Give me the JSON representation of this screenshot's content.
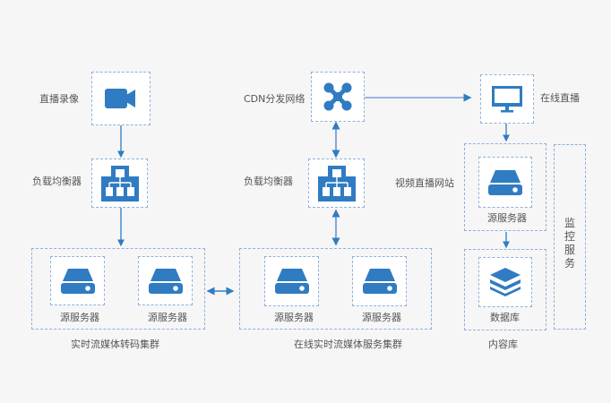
{
  "colors": {
    "accent": "#2f7cc3",
    "line": "#5b8fd0",
    "dashed": "#8fb0dd",
    "background": "#f6f6f6"
  },
  "nodes": {
    "live_recording": {
      "label": "直播录像",
      "icon": "video-camera-icon"
    },
    "load_balancer_left": {
      "label": "负载均衡器",
      "icon": "load-balancer-icon"
    },
    "cdn": {
      "label": "CDN分发网络",
      "icon": "network-hub-icon"
    },
    "load_balancer_mid": {
      "label": "负载均衡器",
      "icon": "load-balancer-icon"
    },
    "online_live": {
      "label": "在线直播",
      "icon": "monitor-icon"
    },
    "website_server": {
      "label": "源服务器",
      "icon": "server-icon"
    },
    "database": {
      "label": "数据库",
      "icon": "database-stack-icon"
    }
  },
  "groups": {
    "transcode_cluster": {
      "label": "实时流媒体转码集群",
      "servers": [
        "源服务器",
        "源服务器"
      ]
    },
    "online_cluster": {
      "label": "在线实时流媒体服务集群",
      "servers": [
        "源服务器",
        "源服务器"
      ]
    },
    "video_website": {
      "label": "视频直播网站"
    },
    "content_store": {
      "label": "内容库"
    },
    "monitoring": {
      "label": "监控服务"
    }
  }
}
